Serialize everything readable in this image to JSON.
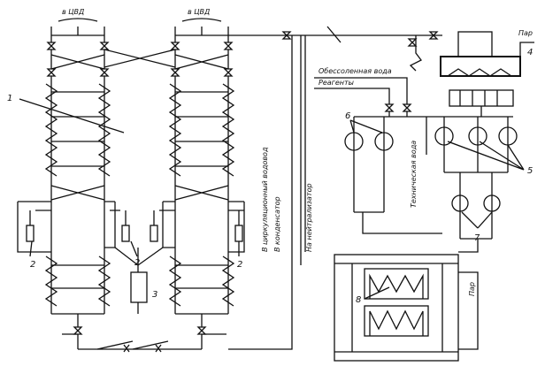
{
  "labels": {
    "to_cvd_left": "в ЦВД",
    "to_cvd_right": "в ЦВД",
    "steam_top": "Пар",
    "steam_right": "Пар",
    "demin_water": "Обессоленная вода",
    "reagents": "Реагенты",
    "to_circ_water": "В циркуляционный водовод",
    "to_condenser": "В конденсатор",
    "to_neutralizer": "На нейтрализатор",
    "tech_water": "Техническая вода"
  },
  "callouts": {
    "n1": "1",
    "n2a": "2",
    "n2b": "2",
    "n2c": "2",
    "n3": "3",
    "n4": "4",
    "n5": "5",
    "n6": "6",
    "n7": "7",
    "n8": "8"
  }
}
